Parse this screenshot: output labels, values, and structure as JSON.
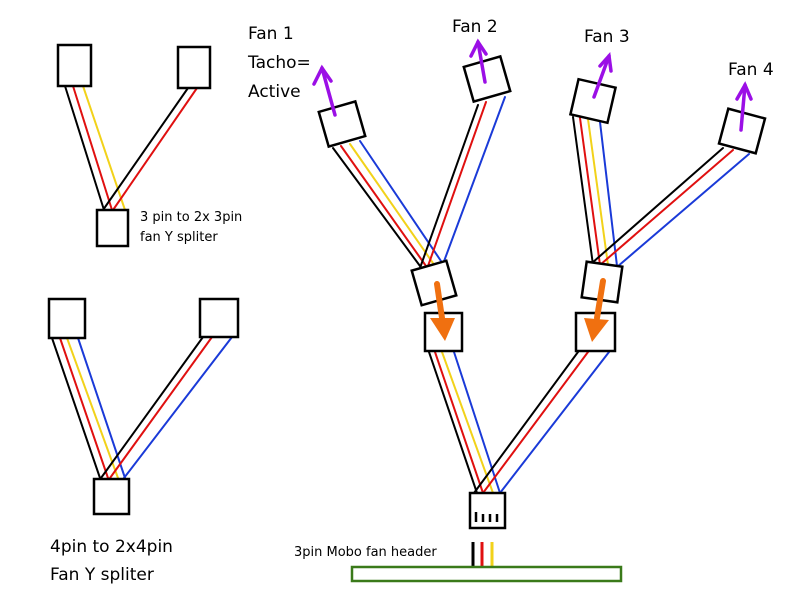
{
  "colors": {
    "black_wire": "#000000",
    "red_wire": "#e01010",
    "yellow_wire": "#f2d21a",
    "blue_wire": "#1a3ad8",
    "tacho_arrow": "#9b0fe6",
    "flow_arrow": "#f07010",
    "mobo_header": "#3a7a1a"
  },
  "labels": {
    "fan1_title": "Fan 1",
    "fan1_line2": "Tacho=",
    "fan1_line3": "Active",
    "fan2": "Fan 2",
    "fan3": "Fan 3",
    "fan4": "Fan 4",
    "splitter3pin_line1": "3 pin to 2x 3pin",
    "splitter3pin_line2": "fan Y spliter",
    "splitter4pin_line1": "4pin to 2x4pin",
    "splitter4pin_line2": "Fan Y spliter",
    "mobo_header": "3pin Mobo fan header"
  }
}
